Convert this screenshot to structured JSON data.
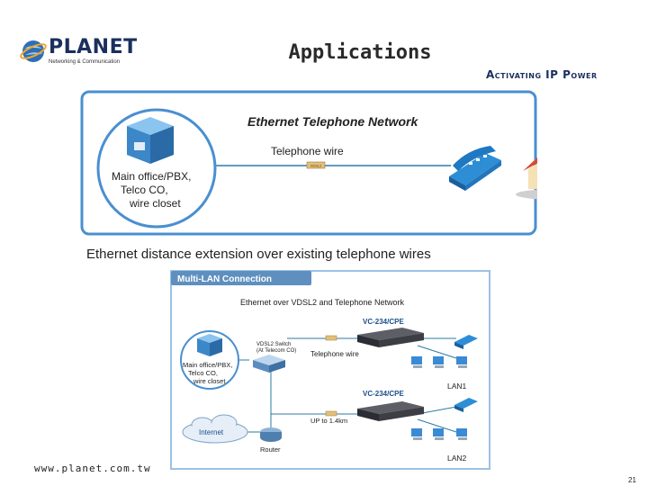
{
  "header": {
    "logo_name": "PLANET",
    "logo_tagline": "Networking & Communication",
    "title": "Applications",
    "tagline": "Activating IP Power"
  },
  "diagram1": {
    "title": "Ethernet Telephone Network",
    "wire_label": "Telephone wire",
    "node_label_lines": [
      "Main office/PBX,",
      "Telco CO,",
      "wire closet"
    ],
    "connector_label": "VDSL2"
  },
  "subtitle": "Ethernet distance extension over existing telephone wires",
  "diagram2": {
    "header": "Multi-LAN Connection",
    "title": "Ethernet over VDSL2 and Telephone Network",
    "device_top": "VC-234/CPE",
    "device_bottom": "VC-234/CPE",
    "switch_label_lines": [
      "VDSL2 Switch",
      "(At Telecom CO)"
    ],
    "wire_label": "Telephone wire",
    "distance_label": "UP to 1.4km",
    "lan1": "LAN1",
    "lan2": "LAN2",
    "node_label_lines": [
      "Main office/PBX,",
      "Telco CO,",
      "wire closet"
    ],
    "internet": "Internet",
    "router": "Router"
  },
  "footer": {
    "url": "www.planet.com.tw",
    "page": "21"
  },
  "colors": {
    "brand_navy": "#1b2f5e",
    "diagram_blue": "#4a8fd0",
    "header_blue": "#5e8fbf",
    "line_teal": "#2b7ba5"
  }
}
